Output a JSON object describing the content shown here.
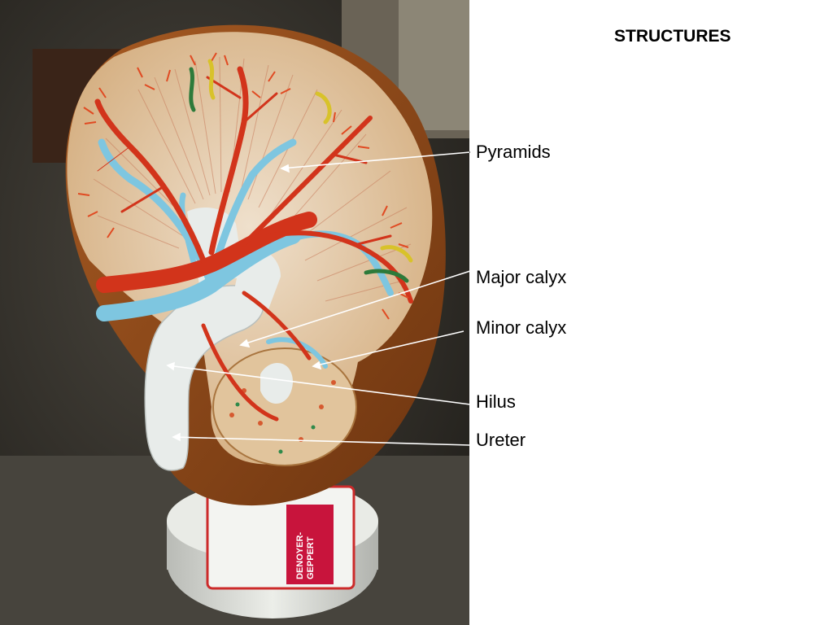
{
  "slide": {
    "title": "STRUCTURES",
    "labels": {
      "pyramids": "Pyramids",
      "major_calyx": "Major calyx",
      "minor_calyx": "Minor calyx",
      "hilus": "Hilus",
      "ureter": "Ureter"
    }
  },
  "photo": {
    "brand_tag": "DENOYER-GEPPERT",
    "colors": {
      "background_dark": "#2a2722",
      "cortex": "#d7b488",
      "capsule_brown": "#8a4a1c",
      "artery_red": "#d2341b",
      "vein_blue": "#7ec6e0",
      "pelvis_white": "#e8ecea",
      "stand_white": "#e3e5e0",
      "tag_red": "#c8143c"
    }
  }
}
